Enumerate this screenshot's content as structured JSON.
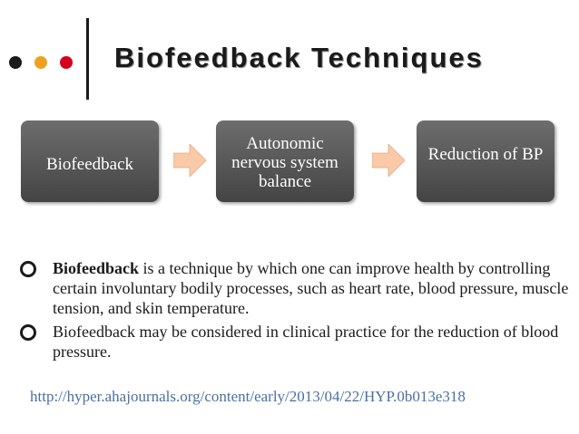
{
  "header": {
    "title": "Biofeedback Techniques",
    "dot_colors": [
      "#1a1a1a",
      "#f0a020",
      "#d4001e"
    ]
  },
  "flow": {
    "steps": [
      "Biofeedback",
      "Autonomic nervous system balance",
      "Reduction of BP"
    ],
    "box_color": "#555555",
    "arrow_color": "#f9c9a8"
  },
  "bullets": [
    {
      "bold": "Biofeedback",
      "text": " is a technique by which one can improve health by controlling certain involuntary bodily processes, such as heart rate, blood pressure, muscle tension, and skin temperature."
    },
    {
      "bold": "",
      "text": "Biofeedback may be considered in clinical practice for the reduction of blood pressure."
    }
  ],
  "source_link": {
    "text": "http://hyper.ahajournals.org/content/early/2013/04/22/HYP.0b013e318",
    "color": "#4a6fa5"
  }
}
